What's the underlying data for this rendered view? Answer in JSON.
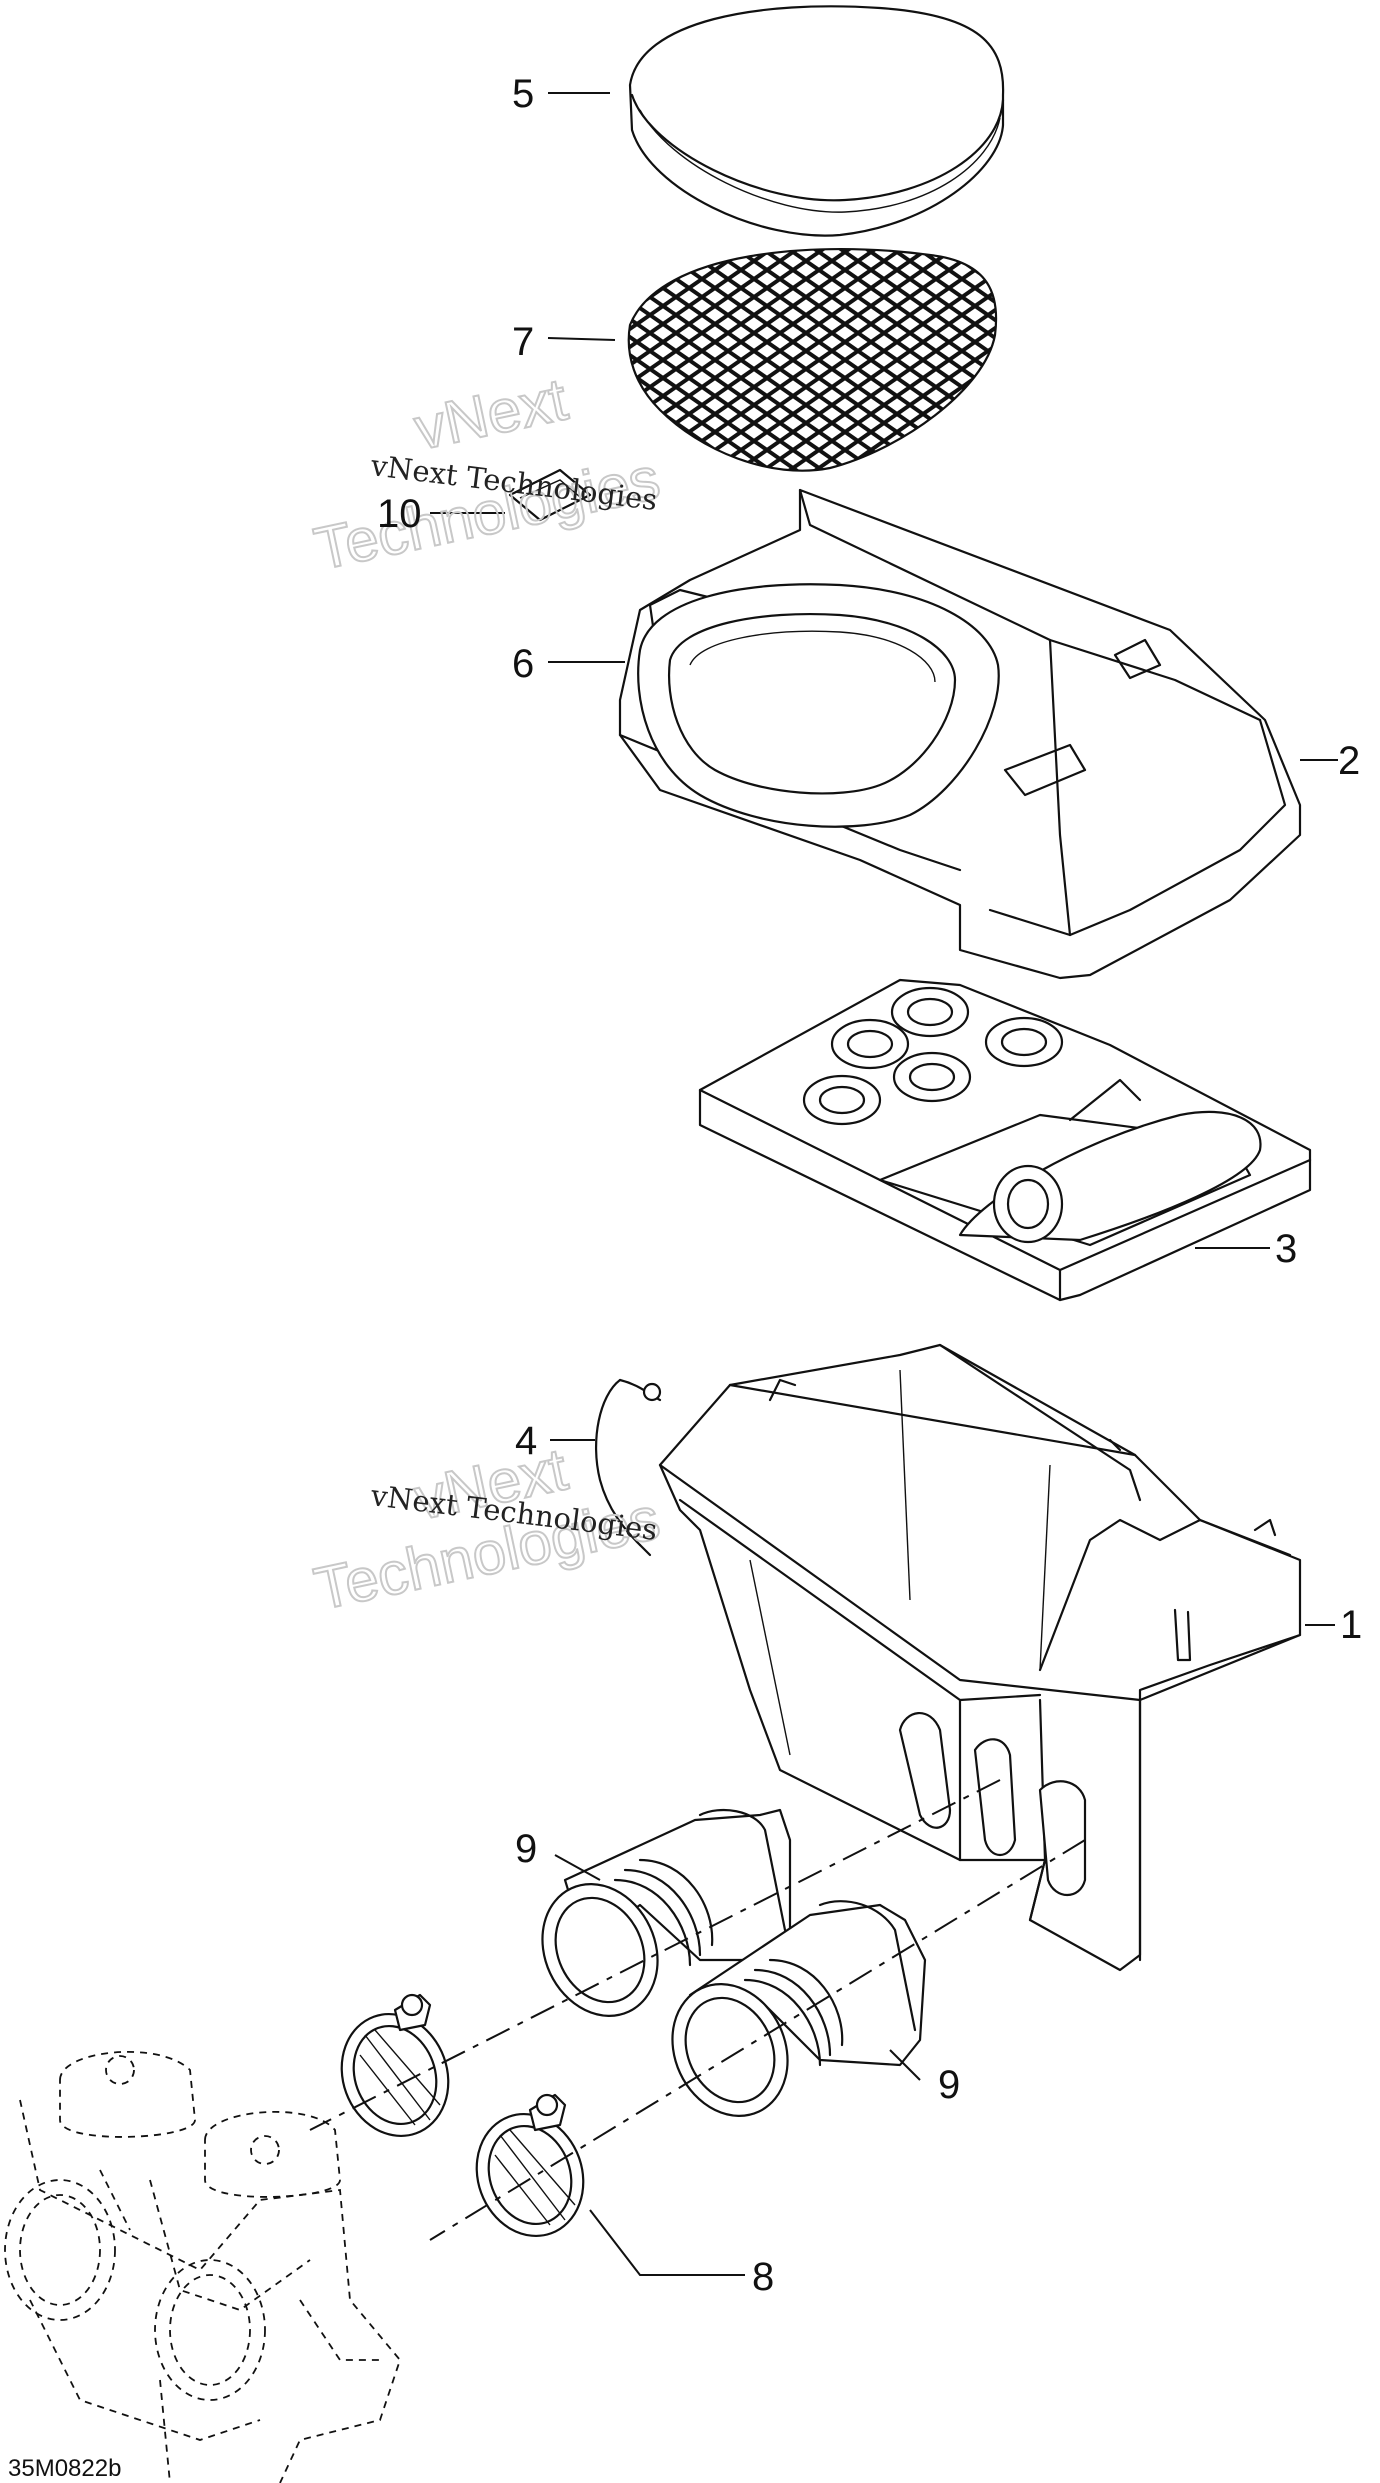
{
  "callouts": {
    "c5": "5",
    "c7": "7",
    "c10": "10",
    "c6": "6",
    "c2": "2",
    "c3": "3",
    "c4": "4",
    "c1": "1",
    "c9a": "9",
    "c9b": "9",
    "c8": "8"
  },
  "drawing_code": "35M0822b",
  "watermarks": {
    "top_small": "vNext Technologies",
    "top_big_line1": "vNext",
    "top_big_line2": "Technologies",
    "mid_small": "vNext Technologies",
    "mid_big_line1": "vNext",
    "mid_big_line2": "Technologies"
  }
}
